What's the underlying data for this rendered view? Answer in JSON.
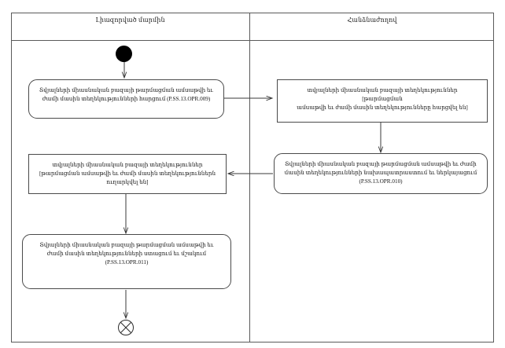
{
  "diagram": {
    "type": "uml-activity-diagram",
    "lanes": [
      {
        "id": "lane-left",
        "title": "Լիազորված մարմին"
      },
      {
        "id": "lane-right",
        "title": "Հանձնաժողով"
      }
    ],
    "nodes": [
      {
        "id": "initial-node",
        "kind": "initial",
        "lane": "lane-left"
      },
      {
        "id": "activity-opr-009",
        "kind": "activity",
        "lane": "lane-left",
        "label": "Տվյալների միասնական բազայի թարմացման ամսաթվի եւ\nժամի մասին տեղեկությունների հարցում (P.SS.13.OPR.009)",
        "code": "P.SS.13.OPR.009"
      },
      {
        "id": "object-request-sent",
        "kind": "object",
        "lane": "lane-right",
        "label": "տվյալների միասնական բազայի տեղեկություններ [թարմացման\nամսաթվի եւ ժամի մասին տեղեկությունները հարցվել են]",
        "state": "թարմացման ամսաթվի եւ ժամի մասին տեղեկությունները հարցվել են"
      },
      {
        "id": "activity-opr-010",
        "kind": "activity",
        "lane": "lane-right",
        "label": "Տվյալների միասնական բազայի թարմացման ամսաթվի եւ ժամի\nմասին տեղեկությունների նախապատրաստում եւ ներկայացում\n(P.SS.13.OPR.010)",
        "code": "P.SS.13.OPR.010"
      },
      {
        "id": "object-response-sent",
        "kind": "object",
        "lane": "lane-left",
        "label": "տվյալների միասնական բազայի տեղեկություններ\n[թարմացման ամսաթվի եւ ժամի մասին տեղեկություններն\nուղարկվել են]",
        "state": "թարմացման ամսաթվի եւ ժամի մասին տեղեկություններն ուղարկվել են"
      },
      {
        "id": "activity-opr-011",
        "kind": "activity",
        "lane": "lane-left",
        "label": "Տվյալների միասնական բազայի թարմացման ամսաթվի եւ\nժամի մասին տեղեկությունների ստացում եւ մշակում\n(P.SS.13.OPR.011)",
        "code": "P.SS.13.OPR.011"
      },
      {
        "id": "final-node",
        "kind": "flow-final",
        "lane": "lane-left"
      }
    ],
    "edges": [
      {
        "from": "initial-node",
        "to": "activity-opr-009"
      },
      {
        "from": "activity-opr-009",
        "to": "object-request-sent"
      },
      {
        "from": "object-request-sent",
        "to": "activity-opr-010"
      },
      {
        "from": "activity-opr-010",
        "to": "object-response-sent"
      },
      {
        "from": "object-response-sent",
        "to": "activity-opr-011"
      },
      {
        "from": "activity-opr-011",
        "to": "final-node"
      }
    ]
  },
  "colors": {
    "frame": "#5a5a5a",
    "node_border": "#4a4a4a",
    "edge": "#3a3a3a",
    "initial_fill": "#000000",
    "text": "#141414",
    "background": "#ffffff"
  }
}
